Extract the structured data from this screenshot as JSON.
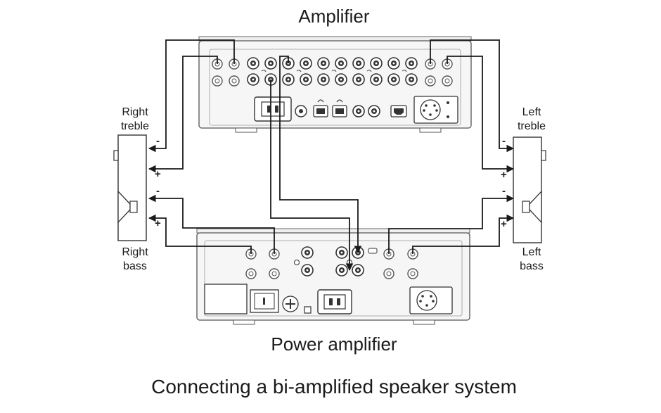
{
  "titles": {
    "top": "Amplifier",
    "bottom": "Power amplifier",
    "caption": "Connecting a bi-amplified speaker system"
  },
  "speakers": {
    "right_treble": [
      "Right",
      "treble"
    ],
    "right_bass": [
      "Right",
      "bass"
    ],
    "left_treble": [
      "Left",
      "treble"
    ],
    "left_bass": [
      "Left",
      "bass"
    ]
  },
  "terminals": {
    "minus": "-",
    "plus": "+"
  },
  "colors": {
    "line": "#1a1a1a",
    "device_fill": "#f4f4f4",
    "device_stroke": "#555555"
  }
}
